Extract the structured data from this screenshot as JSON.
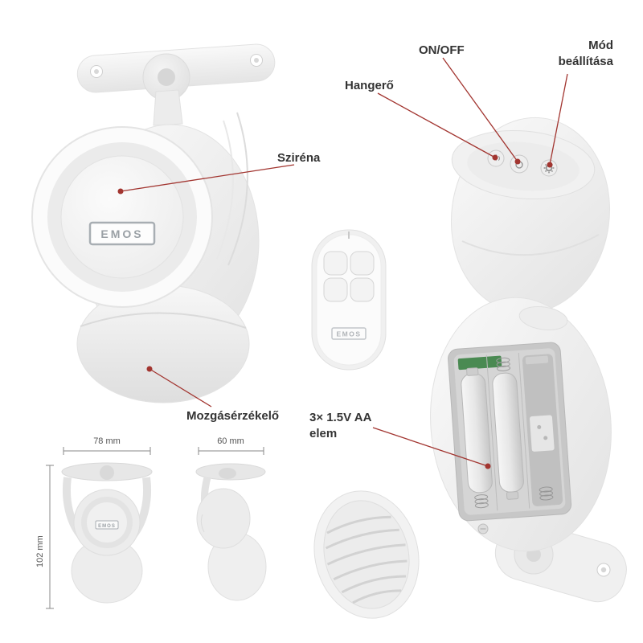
{
  "brand": "EMOS",
  "colors": {
    "background": "#ffffff",
    "annotation_red": "#a23530",
    "label_text": "#333333",
    "dimension_text": "#555555",
    "pcb_green": "#4a8a52"
  },
  "callouts": {
    "siren": "Sziréna",
    "on_off": "ON/OFF",
    "volume": "Hangerő",
    "mode_line1": "Mód",
    "mode_line2": "beállítása",
    "motion_sensor": "Mozgásérzékelő",
    "battery_line1": "3× 1.5V AA",
    "battery_line2": "elem"
  },
  "dimensions": {
    "front_width": "78 mm",
    "side_depth": "60 mm",
    "height": "102 mm"
  },
  "logos": {
    "main_device": "EMOS",
    "remote": "EMOS",
    "mini_front": "EMOS"
  }
}
